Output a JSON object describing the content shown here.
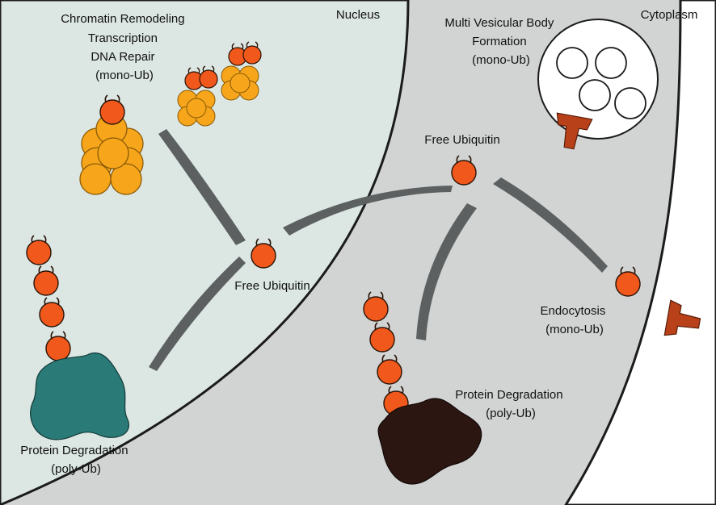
{
  "regions": {
    "nucleus": "Nucleus",
    "cytoplasm": "Cytoplasm"
  },
  "nucleus_processes": {
    "chromatin": [
      "Chromatin Remodeling",
      "Transcription",
      "DNA Repair",
      "(mono-Ub)"
    ],
    "degradation": [
      "Protein Degradation",
      "(poly-Ub)"
    ],
    "free_ubiquitin": "Free Ubiquitin"
  },
  "cytoplasm_processes": {
    "mvb": [
      "Multi Vesicular Body",
      "Formation",
      "(mono-Ub)"
    ],
    "free_ubiquitin": "Free Ubiquitin",
    "endocytosis": [
      "Endocytosis",
      "(mono-Ub)"
    ],
    "degradation": [
      "Protein Degradation",
      "(poly-Ub)"
    ]
  },
  "colors": {
    "nucleus_fill": "#dce7e3",
    "cytoplasm_fill": "#d2d4d4",
    "membrane": "#1b1b1b",
    "ubiquitin": "#f0581c",
    "ubiquitin_stroke": "#2a1408",
    "histone": "#f7a61b",
    "histone_stroke": "#8a5a07",
    "receptor": "#b8411a",
    "nuclear_substrate": "#2a7a77",
    "cytoplasmic_substrate": "#2b1612",
    "arrow": "#5c6061"
  }
}
